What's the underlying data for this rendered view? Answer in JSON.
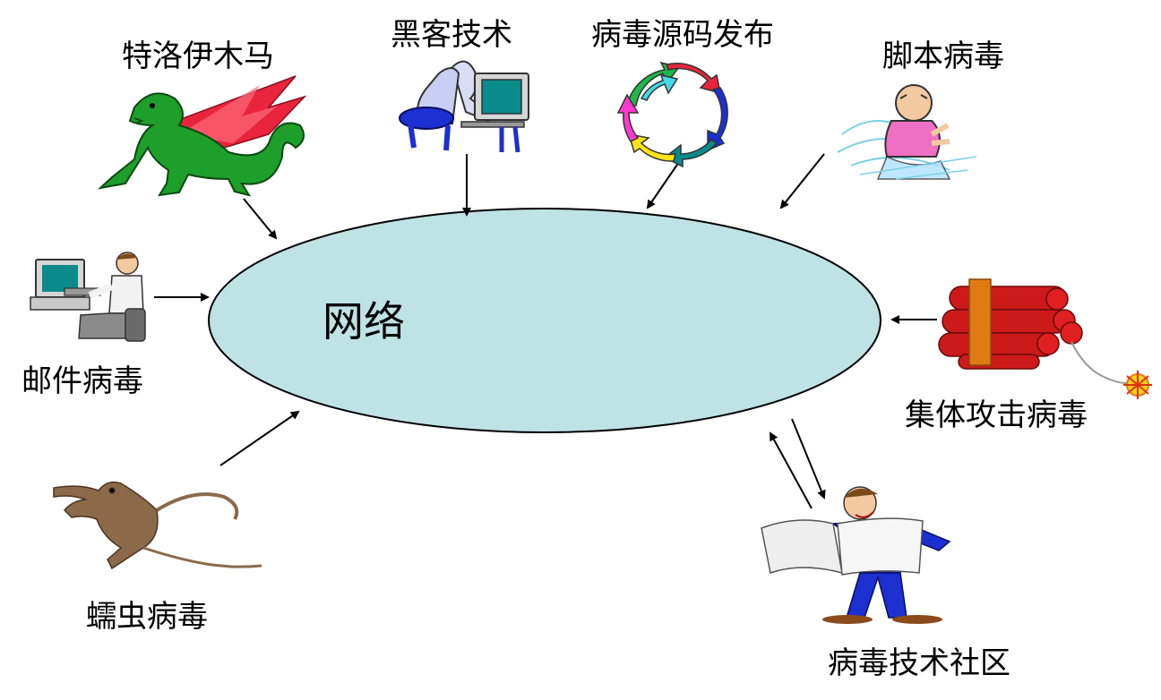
{
  "center": {
    "label": "网络",
    "fill": "#bfe2e4"
  },
  "sources": {
    "trojan": "特洛伊木马",
    "hacker": "黑客技术",
    "source_code": "病毒源码发布",
    "script": "脚本病毒",
    "email": "邮件病毒",
    "bundle": "集体攻击病毒",
    "worm": "蠕虫病毒",
    "community": "病毒技术社区"
  },
  "colors": {
    "dragon_green": "#1e9e2a",
    "dragon_wing": "#e8253c",
    "dynamite_red": "#cc1a1a",
    "dynamite_band": "#e07b12",
    "suit_blue": "#1c2fd0",
    "shirt_pink": "#ee6fc4",
    "rat_brown": "#8b6a4a"
  }
}
